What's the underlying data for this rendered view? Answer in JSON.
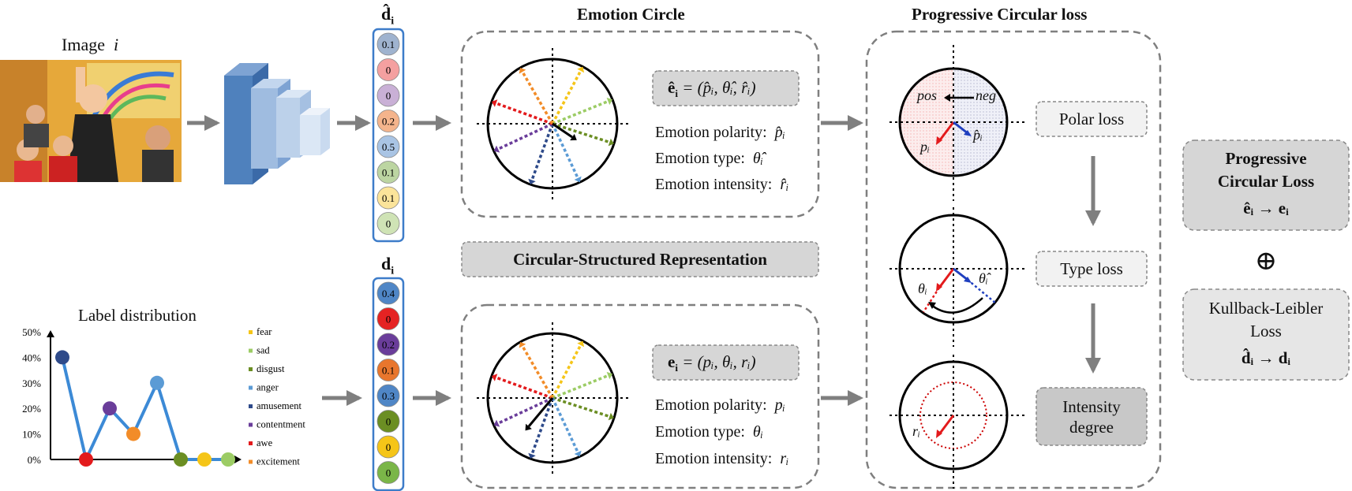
{
  "input_image": {
    "label": "Image",
    "index": "i"
  },
  "pred_vector": {
    "label": "d̂",
    "sub": "i",
    "values": [
      "0.1",
      "0",
      "0",
      "0.2",
      "0.5",
      "0.1",
      "0.1",
      "0"
    ]
  },
  "gt_vector": {
    "label": "d",
    "sub": "i",
    "values": [
      "0.4",
      "0",
      "0.2",
      "0.1",
      "0.3",
      "0",
      "0",
      "0"
    ]
  },
  "emotion_colors": [
    "#f5c518",
    "#9ccc65",
    "#6b8e23",
    "#5b9bd5",
    "#2e4a8a",
    "#6a3d9a",
    "#e31a1c",
    "#f28c28"
  ],
  "vector_colors_pred": [
    "#9fb3cf",
    "#f4a0a0",
    "#c9b0d6",
    "#f4b48c",
    "#a9c4e4",
    "#bcd5a2",
    "#fbe49a",
    "#cfe3b5"
  ],
  "vector_colors_gt": [
    "#4f86c6",
    "#e52323",
    "#6a3d9a",
    "#e8762d",
    "#4f86c6",
    "#6b8e23",
    "#f5c518",
    "#7ab648"
  ],
  "emotion_circle_title": "Emotion Circle",
  "pred_formula": {
    "lhs": "ê",
    "sub": "i",
    "rhs": "= (p̂ᵢ, θ̂ᵢ, r̂ᵢ)"
  },
  "gt_formula": {
    "lhs": "e",
    "sub": "i",
    "rhs": "= (pᵢ, θᵢ, rᵢ)"
  },
  "pred_props": [
    {
      "name": "Emotion polarity:",
      "sym": "p̂ᵢ"
    },
    {
      "name": "Emotion type:",
      "sym": "θ̂ᵢ"
    },
    {
      "name": "Emotion intensity:",
      "sym": "r̂ᵢ"
    }
  ],
  "gt_props": [
    {
      "name": "Emotion polarity:",
      "sym": "pᵢ"
    },
    {
      "name": "Emotion type:",
      "sym": "θᵢ"
    },
    {
      "name": "Emotion intensity:",
      "sym": "rᵢ"
    }
  ],
  "csr_label": "Circular-Structured Representation",
  "pcl_title": "Progressive Circular loss",
  "polar": {
    "pos": "pos",
    "neg": "neg",
    "p": "pᵢ",
    "phat": "p̂ᵢ"
  },
  "type_syms": {
    "theta": "θᵢ",
    "thetahat": "θ̂ᵢ"
  },
  "intensity_sym": "rᵢ",
  "loss_boxes": {
    "polar": "Polar loss",
    "type": "Type loss",
    "intensity": "Intensity degree"
  },
  "final": {
    "pcl_line1": "Progressive",
    "pcl_line2": "Circular  Loss",
    "pcl_formula": "êᵢ → eᵢ",
    "oplus": "⊕",
    "kl_line1": "Kullback-Leibler",
    "kl_line2": "Loss",
    "kl_formula": "d̂ᵢ → dᵢ"
  },
  "label_distribution": {
    "title": "Label distribution",
    "chart_data": {
      "type": "line",
      "categories": [
        "amusement",
        "awe",
        "contentment",
        "excitement",
        "anger",
        "disgust",
        "fear",
        "sad"
      ],
      "values": [
        40,
        0,
        20,
        10,
        30,
        0,
        0,
        0
      ],
      "point_colors": [
        "#2e4a8a",
        "#e31a1c",
        "#6a3d9a",
        "#f28c28",
        "#5b9bd5",
        "#6b8e23",
        "#f5c518",
        "#9ccc65"
      ],
      "y_ticks": [
        "0%",
        "10%",
        "20%",
        "30%",
        "40%",
        "50%"
      ],
      "ylim": [
        0,
        50
      ],
      "legend": [
        {
          "label": "fear",
          "color": "#f5c518"
        },
        {
          "label": "sad",
          "color": "#9ccc65"
        },
        {
          "label": "disgust",
          "color": "#6b8e23"
        },
        {
          "label": "anger",
          "color": "#5b9bd5"
        },
        {
          "label": "amusement",
          "color": "#2e4a8a"
        },
        {
          "label": "contentment",
          "color": "#6a3d9a"
        },
        {
          "label": "awe",
          "color": "#e31a1c"
        },
        {
          "label": "excitement",
          "color": "#f28c28"
        }
      ],
      "legend_position": "right"
    }
  }
}
